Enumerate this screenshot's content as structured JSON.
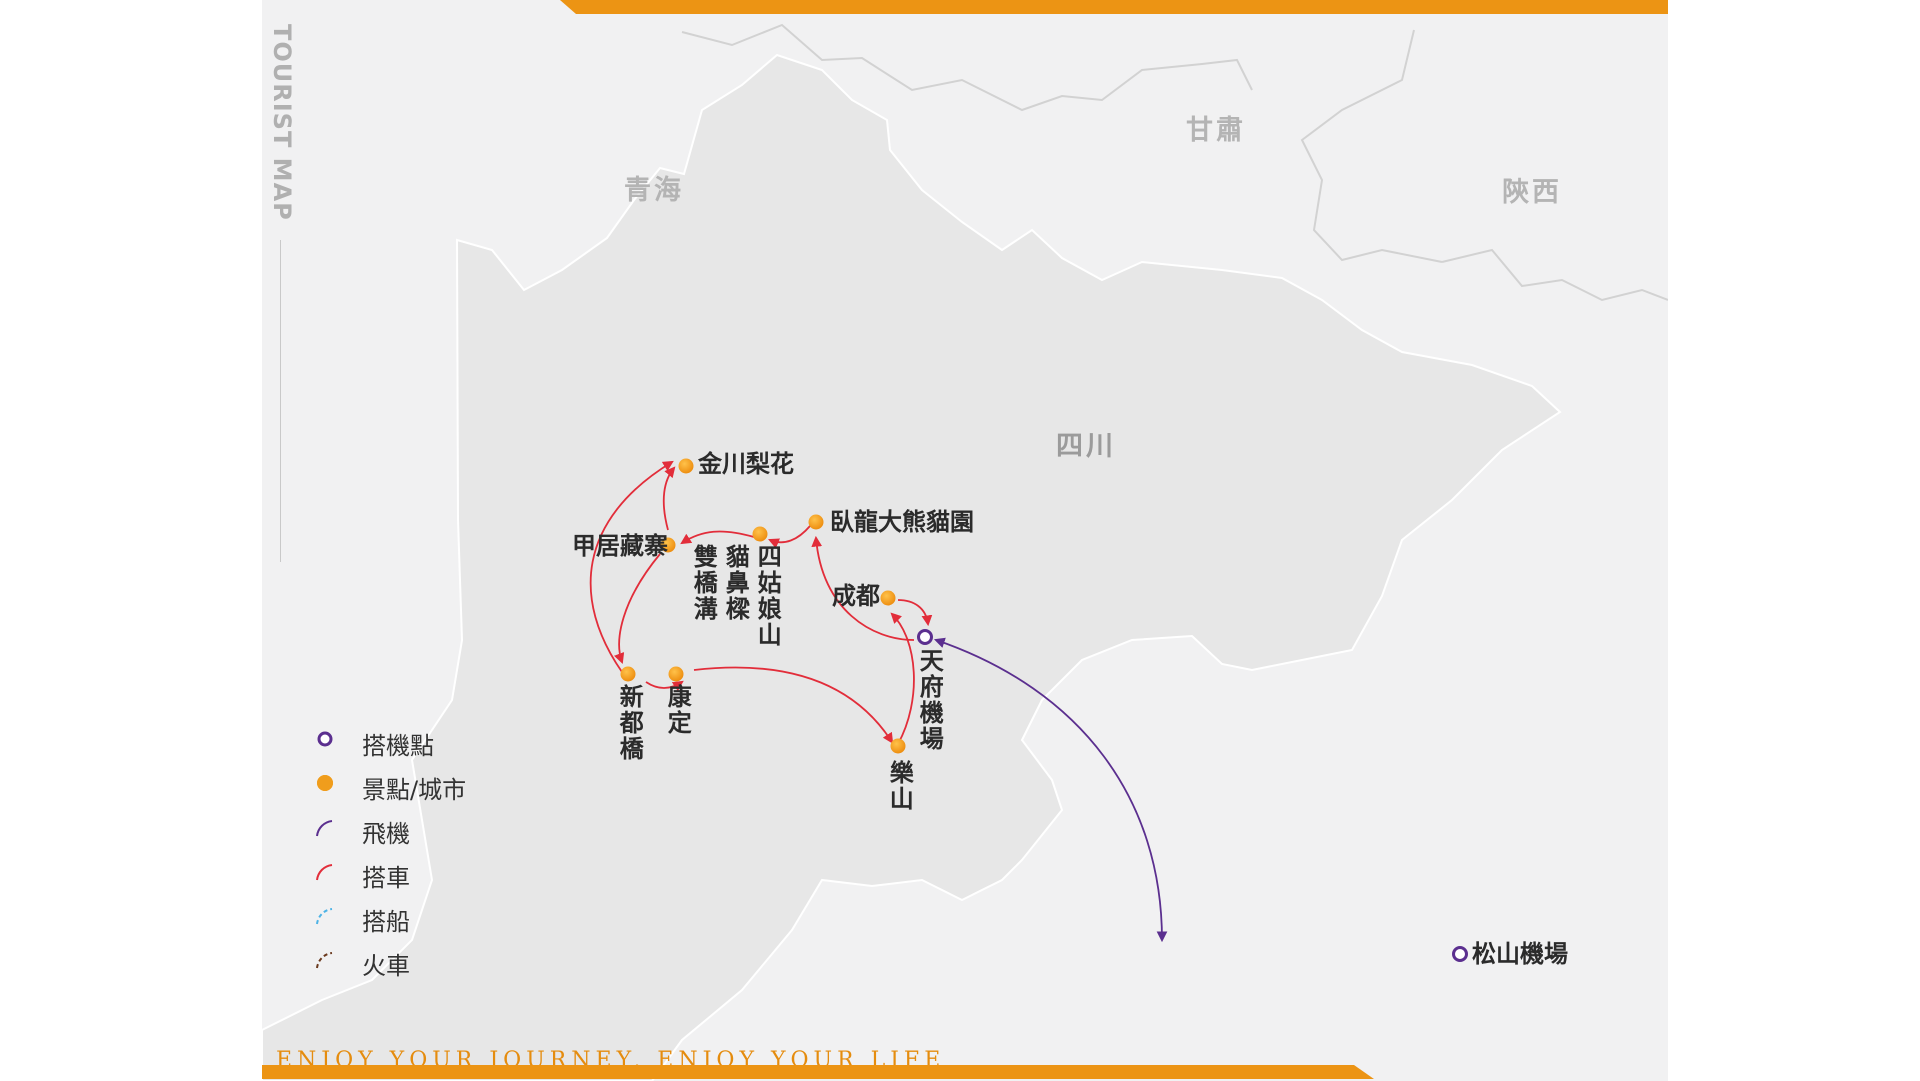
{
  "side_title": "TOURIST MAP",
  "footer": "ENJOY YOUR JOURNEY, ENJOY YOUR LIFE",
  "colors": {
    "accent": "#ec9414",
    "car_route": "#e22d3a",
    "flight_route": "#5b2f8f",
    "boat_route": "#4db3e6",
    "train_route": "#6b3a1f",
    "map_fill": "#e7e7e7"
  },
  "provinces": {
    "qinghai": "青海",
    "gansu": "甘肅",
    "shaanxi": "陝西",
    "sichuan": "四川"
  },
  "places": {
    "jinchuan": "金川梨花",
    "jiaju": "甲居藏寨",
    "siguniang": "四姑娘山",
    "maobiliang": "貓鼻樑",
    "shuangqiao": "雙橋溝",
    "wolong": "臥龍大熊貓園",
    "chengdu": "成都",
    "tianfu": "天府機場",
    "xindu": "新都橋",
    "kangding": "康定",
    "leshan": "樂山",
    "songshan": "松山機場"
  },
  "legend": [
    {
      "icon": "airport-ring-icon",
      "label": "搭機點"
    },
    {
      "icon": "spot-dot-icon",
      "label": "景點/城市"
    },
    {
      "icon": "flight-arc-icon",
      "label": "飛機"
    },
    {
      "icon": "car-arc-icon",
      "label": "搭車"
    },
    {
      "icon": "boat-arc-icon",
      "label": "搭船"
    },
    {
      "icon": "train-arc-icon",
      "label": "火車"
    }
  ]
}
